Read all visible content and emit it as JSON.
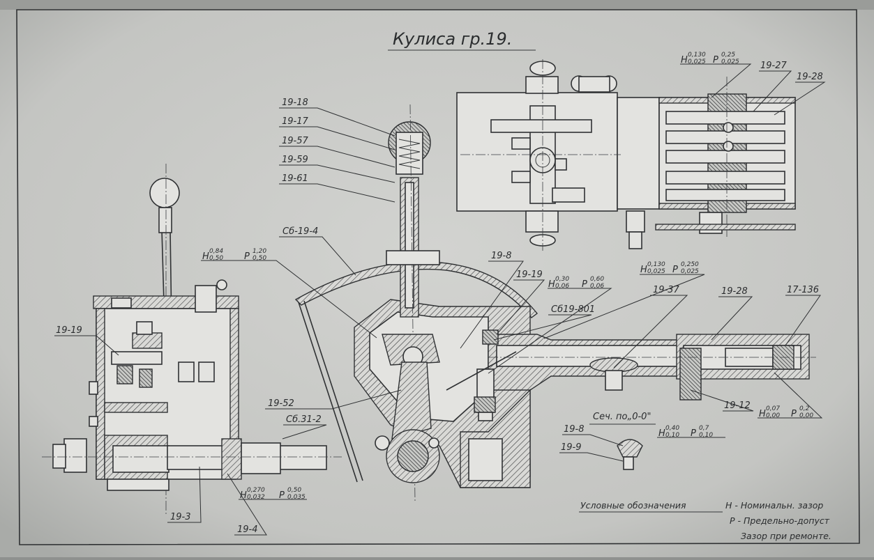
{
  "title": "Кулиса гр.19.",
  "section_title": "Сеч. по„0-0\"",
  "labels": {
    "l_19_18": "19-18",
    "l_19_17": "19-17",
    "l_19_57": "19-57",
    "l_19_59": "19-59",
    "l_19_61": "19-61",
    "l_sb_19_4": "Сб-19-4",
    "l_19_19_left": "19-19",
    "l_19_52": "19-52",
    "l_sb31_2": "Сб.31-2",
    "l_19_3": "19-3",
    "l_19_4": "19-4",
    "l_19_8_top": "19-8",
    "l_19_19_mid": "19-19",
    "l_sb19_801": "Сб19-801",
    "l_19_37": "19-37",
    "l_19_28_mid": "19-28",
    "l_17_136": "17-136",
    "l_19_12": "19-12",
    "l_19_8_sec": "19-8",
    "l_19_9": "19-9",
    "l_19_27": "19-27",
    "l_19_28_top": "19-28"
  },
  "tolerances": {
    "t1": {
      "n_label": "Н",
      "n_top": "0,84",
      "n_bot": "0,50",
      "p_label": "Р",
      "p_top": "1,20",
      "p_bot": "0,50"
    },
    "t2": {
      "n_label": "Н",
      "n_top": "0,270",
      "n_bot": "0,032",
      "p_label": "Р",
      "p_top": "0,50",
      "p_bot": "0,035"
    },
    "t3": {
      "n_label": "Н",
      "n_top": "0,30",
      "n_bot": "0,06",
      "p_label": "Р",
      "p_top": "0,60",
      "p_bot": "0,06"
    },
    "t4": {
      "n_label": "Н",
      "n_top": "0,130",
      "n_bot": "0,025",
      "p_label": "Р",
      "p_top": "0,250",
      "p_bot": "0,025"
    },
    "t5": {
      "n_label": "Н",
      "n_top": "0,07",
      "n_bot": "0,00",
      "p_label": "Р",
      "p_top": "0,2",
      "p_bot": "0,00"
    },
    "t6": {
      "n_label": "Н",
      "n_top": "0,40",
      "n_bot": "0,10",
      "p_label": "Р",
      "p_top": "0,7",
      "p_bot": "0,10"
    },
    "t7": {
      "n_label": "Н",
      "n_top": "0,130",
      "n_bot": "0,025",
      "p_label": "Р",
      "p_top": "0,25",
      "p_bot": "0,025"
    }
  },
  "legend": {
    "heading": "Условные обозначения",
    "line1": "Н - Номинальн. зазор",
    "line2": "Р - Предельно-допуст",
    "line3": "Зазор при ремонте."
  }
}
